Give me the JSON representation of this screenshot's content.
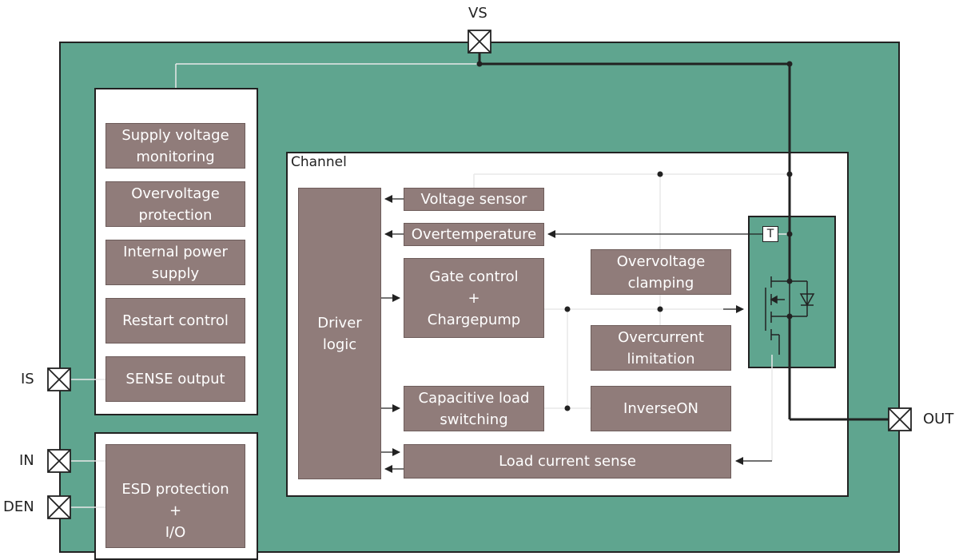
{
  "pins": {
    "vs": "VS",
    "is": "IS",
    "in": "IN",
    "den": "DEN",
    "out": "OUT"
  },
  "left_panel": {
    "blocks": [
      "Supply voltage\nmonitoring",
      "Overvoltage\nprotection",
      "Internal power\nsupply",
      "Restart control",
      "SENSE output"
    ]
  },
  "io_panel": {
    "block": "ESD protection\n+\nI/O"
  },
  "channel": {
    "title": "Channel",
    "driver_logic": "Driver\nlogic",
    "voltage_sensor": "Voltage sensor",
    "overtemperature": "Overtemperature",
    "gate_control": "Gate control\n+\nChargepump",
    "overvoltage_clamping": "Overvoltage\nclamping",
    "overcurrent_limitation": "Overcurrent\nlimitation",
    "capacitive_load_switching": "Capacitive load\nswitching",
    "inverse_on": "InverseON",
    "load_current_sense": "Load current sense",
    "temp_sensor_label": "T"
  },
  "colors": {
    "chip_fill": "#5fa58f",
    "block_fill": "#907c7a",
    "block_text": "#ffffff",
    "line": "#222222",
    "signal_line": "#e8e8e8"
  }
}
